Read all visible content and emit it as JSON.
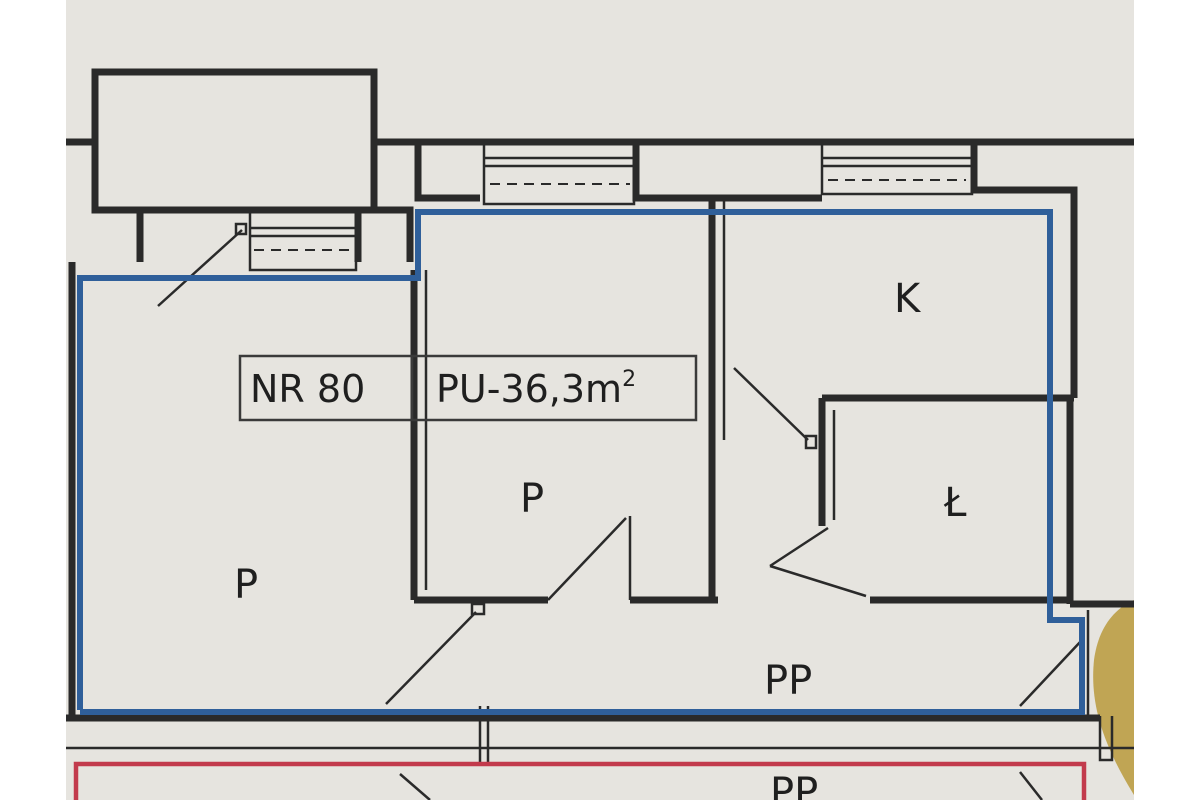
{
  "unit_label": {
    "number": "NR 80",
    "area_prefix": "PU-36,3m",
    "area_superscript": "2"
  },
  "rooms": {
    "room_left": "P",
    "room_middle": "P",
    "kitchen": "K",
    "bathroom": "Ł",
    "hall": "PP",
    "hall_lower": "PP"
  },
  "colors": {
    "paper": "#e6e4df",
    "walls": "#2a2a2a",
    "unit_outline": "#2f5f9a",
    "neighbor_outline": "#c23a4c",
    "stain": "#b99a3c"
  }
}
